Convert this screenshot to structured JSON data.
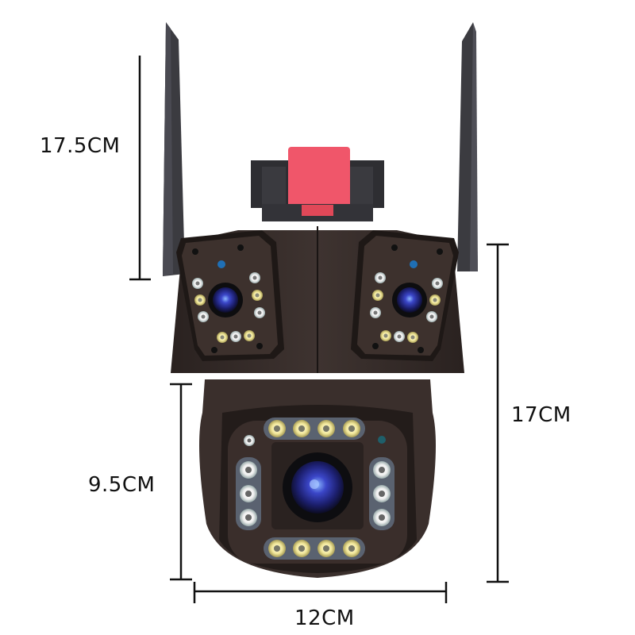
{
  "product": {
    "name": "Triple-lens PTZ security camera with dual antennas",
    "colors": {
      "body": "#3a2f2c",
      "body_dark": "#231c1a",
      "antenna": "#3d3d42",
      "top_cap": "#f0566a",
      "lens_blue": "#2a2f9a",
      "led_white": "#f4f4f4",
      "led_yellow": "#f3ecb0",
      "indicator_blue": "#1f6fb5",
      "dimension_line": "#111111"
    }
  },
  "dimensions": {
    "antenna_height": {
      "label": "17.5CM",
      "value_cm": 17.5
    },
    "total_body_height": {
      "label": "17CM",
      "value_cm": 17
    },
    "dome_height": {
      "label": "9.5CM",
      "value_cm": 9.5
    },
    "dome_width": {
      "label": "12CM",
      "value_cm": 12
    }
  }
}
